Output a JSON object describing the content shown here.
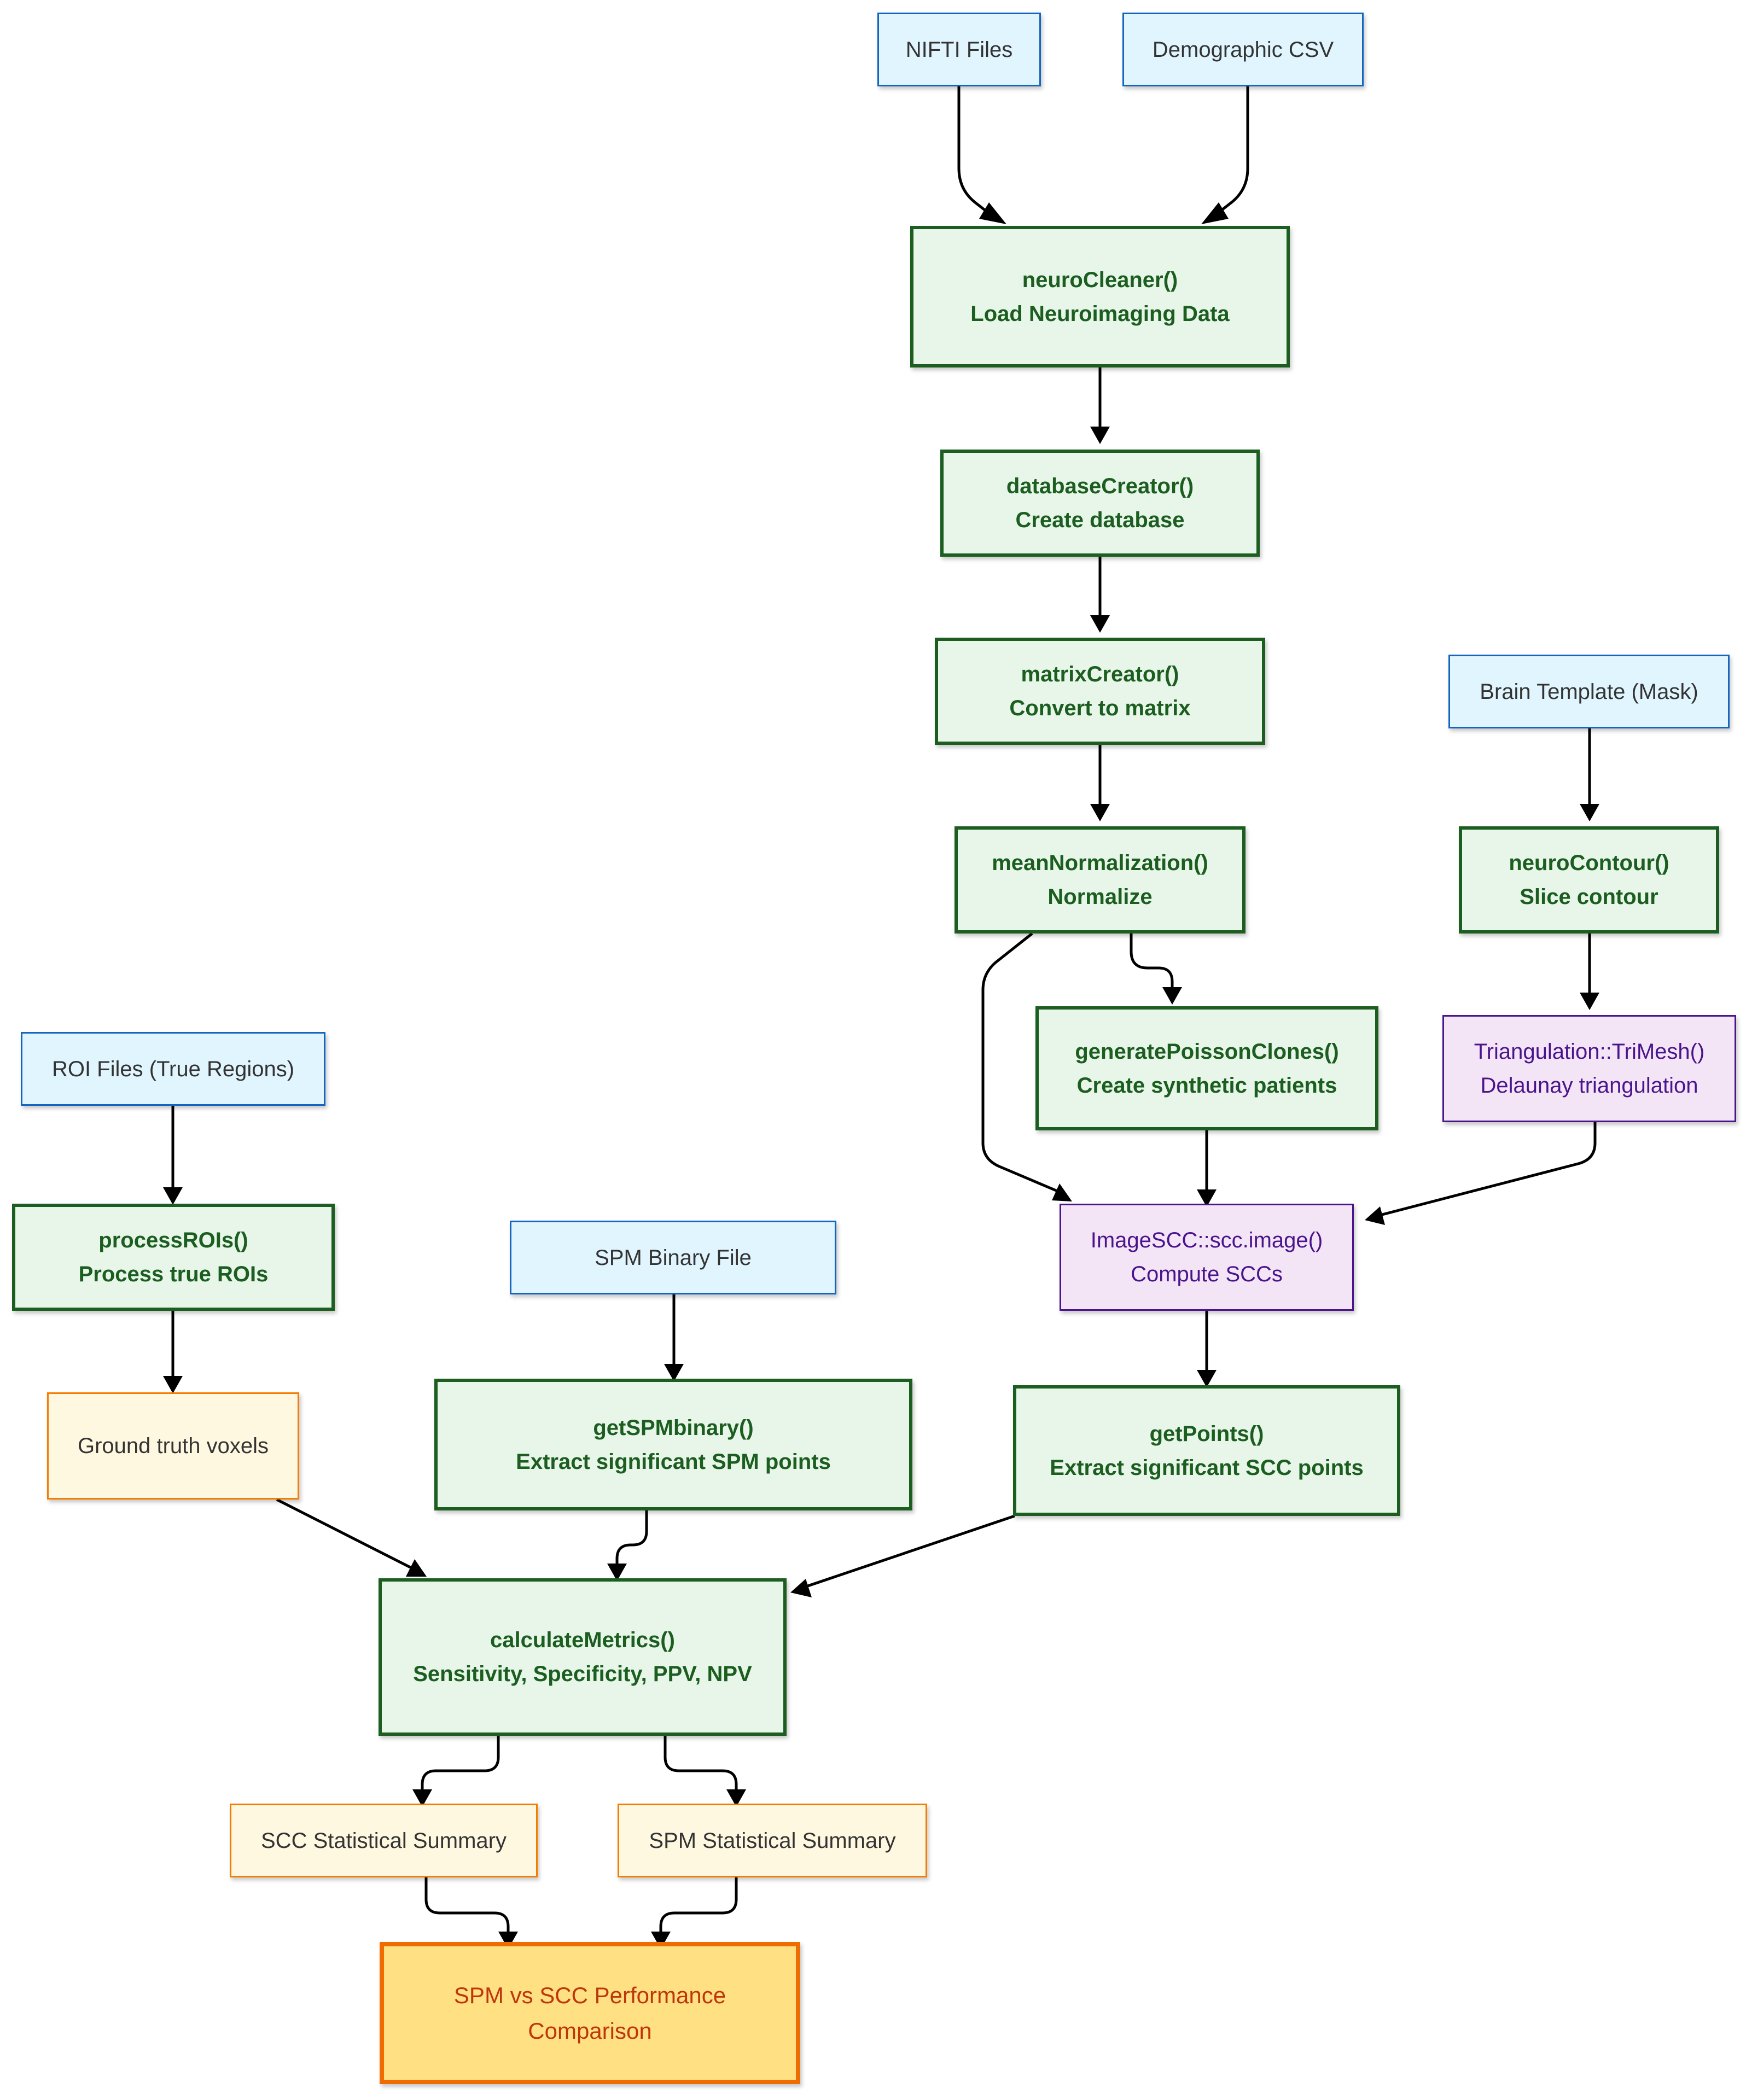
{
  "nodes": {
    "nifti_files": {
      "lines": [
        "NIFTI Files"
      ]
    },
    "demographic_csv": {
      "lines": [
        "Demographic CSV"
      ]
    },
    "neuro_cleaner": {
      "lines": [
        "neuroCleaner()",
        "Load Neuroimaging Data"
      ]
    },
    "database_creator": {
      "lines": [
        "databaseCreator()",
        "Create database"
      ]
    },
    "matrix_creator": {
      "lines": [
        "matrixCreator()",
        "Convert to matrix"
      ]
    },
    "brain_template": {
      "lines": [
        "Brain Template (Mask)"
      ]
    },
    "mean_normalization": {
      "lines": [
        "meanNormalization()",
        "Normalize"
      ]
    },
    "neuro_contour": {
      "lines": [
        "neuroContour()",
        "Slice contour"
      ]
    },
    "generate_poisson_clones": {
      "lines": [
        "generatePoissonClones()",
        "Create synthetic patients"
      ]
    },
    "triangulation": {
      "lines": [
        "Triangulation::TriMesh()",
        "Delaunay triangulation"
      ]
    },
    "roi_files": {
      "lines": [
        "ROI Files (True Regions)"
      ]
    },
    "process_rois": {
      "lines": [
        "processROIs()",
        "Process true ROIs"
      ]
    },
    "spm_binary_file": {
      "lines": [
        "SPM Binary File"
      ]
    },
    "image_scc": {
      "lines": [
        "ImageSCC::scc.image()",
        "Compute SCCs"
      ]
    },
    "ground_truth": {
      "lines": [
        "Ground truth voxels"
      ]
    },
    "get_spm_binary": {
      "lines": [
        "getSPMbinary()",
        "Extract significant SPM points"
      ]
    },
    "get_points": {
      "lines": [
        "getPoints()",
        "Extract significant SCC points"
      ]
    },
    "calculate_metrics": {
      "lines": [
        "calculateMetrics()",
        "Sensitivity, Specificity, PPV, NPV"
      ]
    },
    "scc_summary": {
      "lines": [
        "SCC Statistical Summary"
      ]
    },
    "spm_summary": {
      "lines": [
        "SPM Statistical Summary"
      ]
    },
    "final_comparison": {
      "lines": [
        "SPM vs SCC Performance",
        "Comparison"
      ]
    }
  },
  "edges": [
    {
      "from": "nifti_files",
      "to": "neuro_cleaner"
    },
    {
      "from": "demographic_csv",
      "to": "neuro_cleaner"
    },
    {
      "from": "neuro_cleaner",
      "to": "database_creator"
    },
    {
      "from": "database_creator",
      "to": "matrix_creator"
    },
    {
      "from": "matrix_creator",
      "to": "mean_normalization"
    },
    {
      "from": "brain_template",
      "to": "neuro_contour"
    },
    {
      "from": "mean_normalization",
      "to": "generate_poisson_clones"
    },
    {
      "from": "mean_normalization",
      "to": "image_scc"
    },
    {
      "from": "neuro_contour",
      "to": "triangulation"
    },
    {
      "from": "generate_poisson_clones",
      "to": "image_scc"
    },
    {
      "from": "triangulation",
      "to": "image_scc"
    },
    {
      "from": "roi_files",
      "to": "process_rois"
    },
    {
      "from": "process_rois",
      "to": "ground_truth"
    },
    {
      "from": "spm_binary_file",
      "to": "get_spm_binary"
    },
    {
      "from": "image_scc",
      "to": "get_points"
    },
    {
      "from": "ground_truth",
      "to": "calculate_metrics"
    },
    {
      "from": "get_spm_binary",
      "to": "calculate_metrics"
    },
    {
      "from": "get_points",
      "to": "calculate_metrics"
    },
    {
      "from": "calculate_metrics",
      "to": "scc_summary"
    },
    {
      "from": "calculate_metrics",
      "to": "spm_summary"
    },
    {
      "from": "scc_summary",
      "to": "final_comparison"
    },
    {
      "from": "spm_summary",
      "to": "final_comparison"
    }
  ]
}
